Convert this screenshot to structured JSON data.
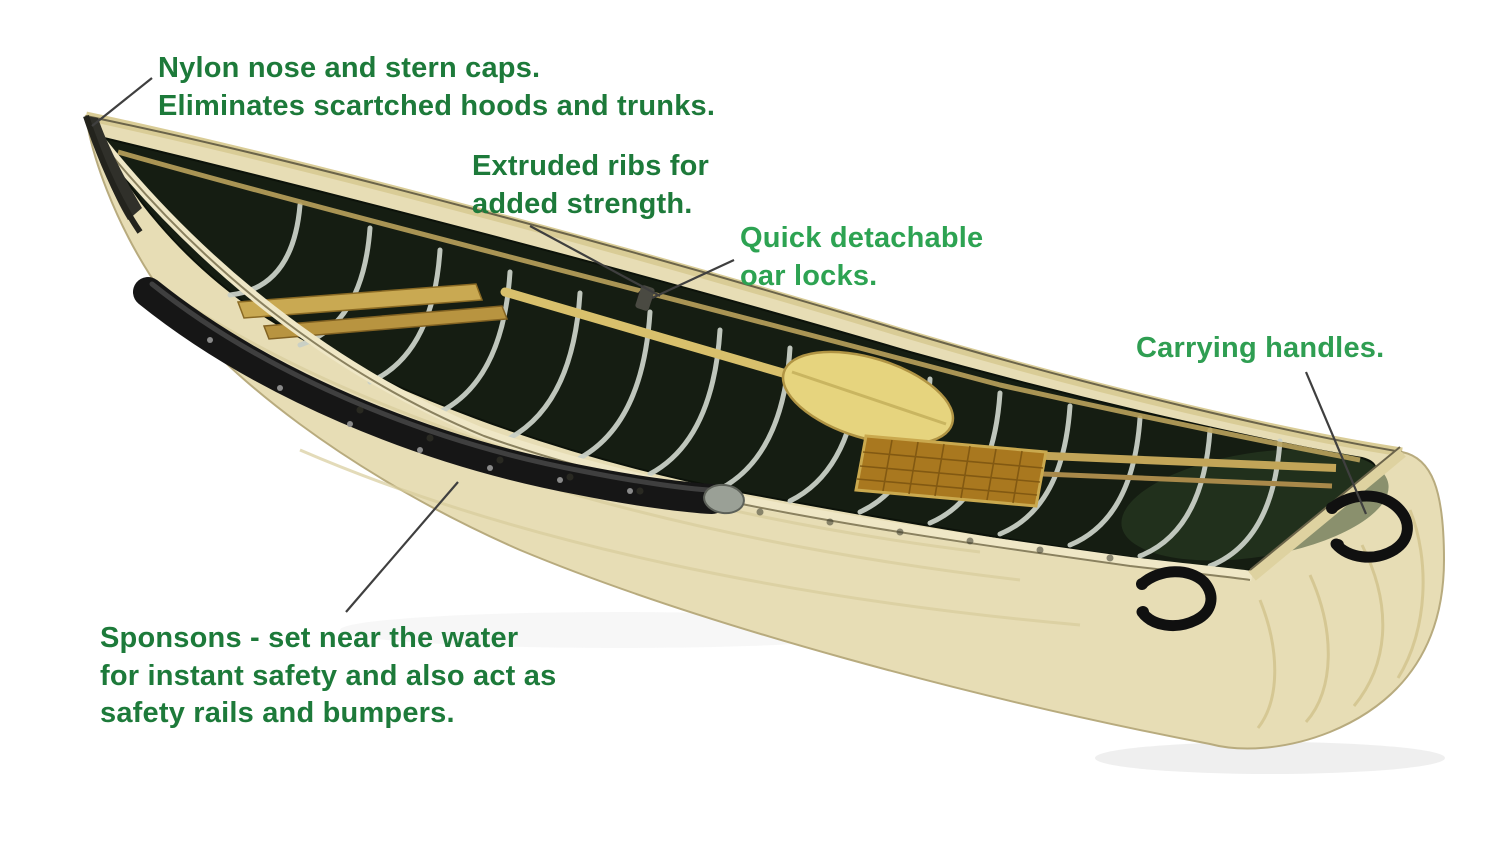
{
  "diagram": {
    "title": "Canoe features diagram",
    "background_color": "#ffffff",
    "labels": [
      {
        "name": "nose-caps-label",
        "color": "#1d7a3a",
        "lines": [
          "Nylon nose and stern caps.",
          "Eliminates scartched hoods and trunks."
        ]
      },
      {
        "name": "extruded-ribs-label",
        "color": "#1d7a3a",
        "lines": [
          "Extruded ribs for",
          "added strength."
        ]
      },
      {
        "name": "oar-locks-label",
        "color": "#2da352",
        "lines": [
          "Quick detachable",
          "oar locks."
        ]
      },
      {
        "name": "carrying-handles-label",
        "color": "#2f9e52",
        "lines": [
          "Carrying handles."
        ]
      },
      {
        "name": "sponsons-label",
        "color": "#1d7a3a",
        "lines": [
          "Sponsons - set near the water",
          "for instant safety and also act as",
          "safety rails and bumpers."
        ]
      }
    ],
    "boat": {
      "hull_color": "#e7ddb5",
      "gunwale_color": "#d9cc96",
      "interior_color": "#151d12",
      "rib_color": "#c9d0c6",
      "sponson_color": "#161616",
      "sponson_cap_color": "#9aa096",
      "paddle_color": "#e6d47e",
      "seat_cane_color": "#a9781f",
      "wood_rail_color": "#c9a952",
      "leader_line_color": "#3f3f3f"
    }
  }
}
